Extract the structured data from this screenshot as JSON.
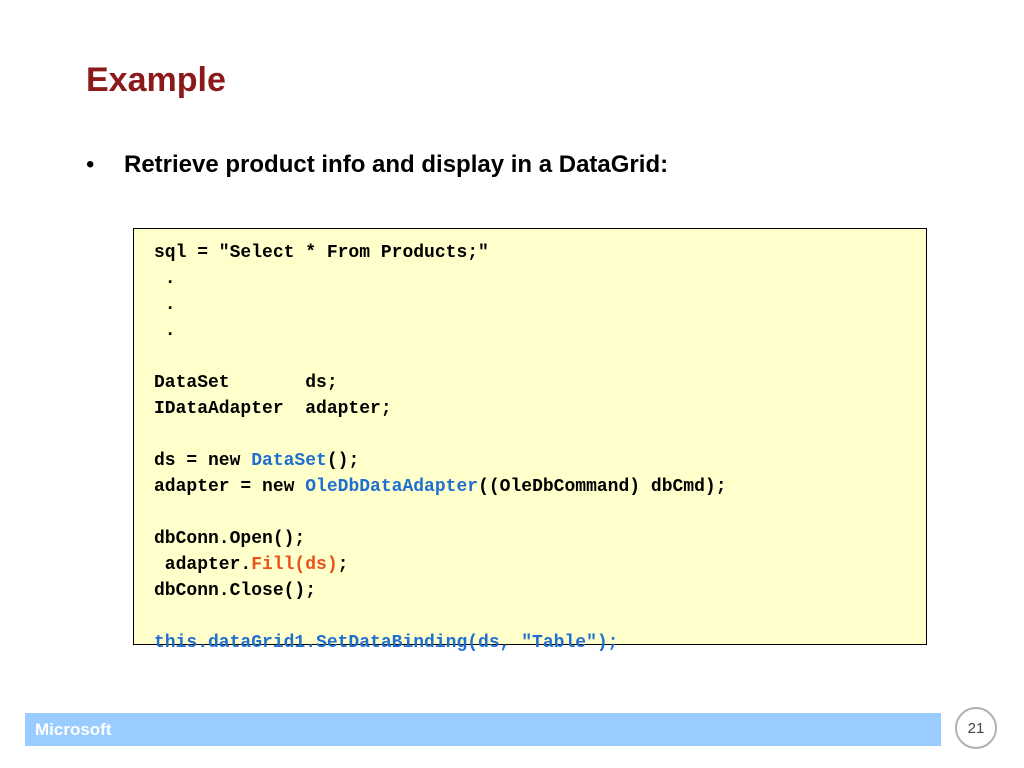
{
  "slide": {
    "title": "Example",
    "bullet": {
      "marker": "•",
      "text": "Retrieve product info and display in a DataGrid:"
    },
    "code": {
      "background_color": "#ffffcc",
      "lines": [
        [
          {
            "text": "sql = \"Select * From Products;\""
          }
        ],
        [
          {
            "text": " ."
          }
        ],
        [
          {
            "text": " ."
          }
        ],
        [
          {
            "text": " ."
          }
        ],
        [
          {
            "text": " "
          }
        ],
        [
          {
            "text": "DataSet       ds;"
          }
        ],
        [
          {
            "text": "IDataAdapter  adapter;"
          }
        ],
        [
          {
            "text": " "
          }
        ],
        [
          {
            "text": "ds = new "
          },
          {
            "text": "DataSet",
            "color": "blue"
          },
          {
            "text": "();"
          }
        ],
        [
          {
            "text": "adapter = new "
          },
          {
            "text": "OleDbDataAdapter",
            "color": "blue"
          },
          {
            "text": "((OleDbCommand) dbCmd);"
          }
        ],
        [
          {
            "text": " "
          }
        ],
        [
          {
            "text": "dbConn.Open();"
          }
        ],
        [
          {
            "text": " adapter."
          },
          {
            "text": "Fill(ds)",
            "color": "orange"
          },
          {
            "text": ";"
          }
        ],
        [
          {
            "text": "dbConn.Close();"
          }
        ],
        [
          {
            "text": " "
          }
        ],
        [
          {
            "text": "this.dataGrid1.SetDataBinding(ds, \"Table\");",
            "color": "blue"
          }
        ]
      ]
    },
    "footer": {
      "brand": "Microsoft",
      "bar_color": "#99ccff"
    },
    "page_number": "21"
  },
  "colors": {
    "title": "#8b1a1a",
    "code_blue": "#1f6fd1",
    "code_orange": "#e8531b"
  }
}
